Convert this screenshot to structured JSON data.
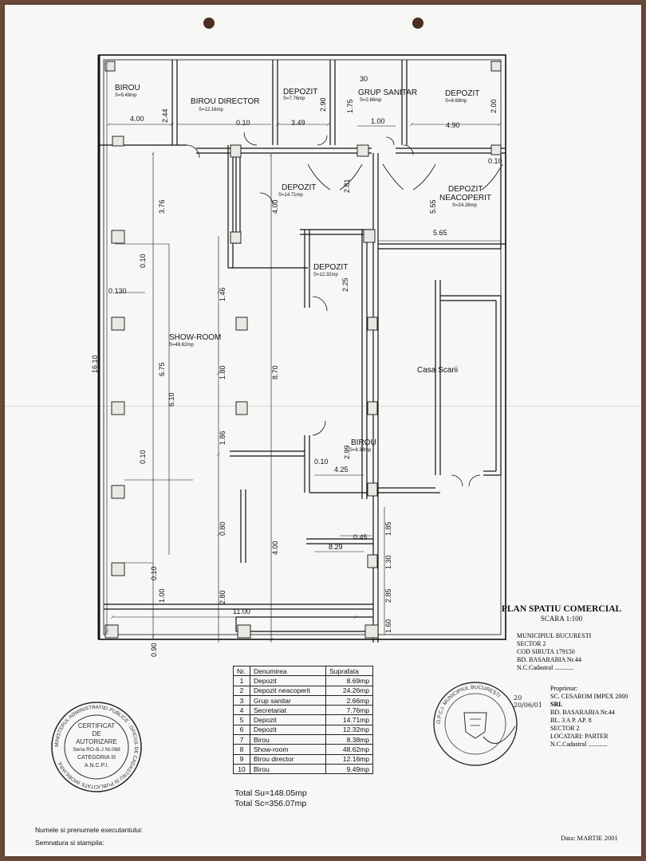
{
  "plan": {
    "title": "PLAN SPATIU COMERCIAL",
    "scale": "SCARA 1:100",
    "address_lines": [
      "MUNICIPIUL BUCURESTI",
      "SECTOR 2",
      "COD SIRUTA 179150",
      "BD. BASARABIA Nr.44",
      "N.C.Cadastral ............"
    ],
    "owner_lines": [
      "Proprietar:",
      "SC. CESAROM IMPEX 2000",
      "SRL",
      "BD. BASARABIA Nr.44",
      "BL. 3 A P. AP. 8",
      "SECTOR 2",
      "LOCATARI: PARTER",
      "N.C.Cadastral ............"
    ],
    "handwritten_date": [
      "20",
      "20/06/01"
    ],
    "date": "Data: MARTIE 2001"
  },
  "rooms": {
    "birou_small": {
      "name": "BIROU",
      "area": "S=9.49mp"
    },
    "birou_director": {
      "name": "BIROU DIRECTOR",
      "area": "S=12.16mp"
    },
    "depozit_776": {
      "name": "DEPOZIT",
      "area": "S=7.76mp"
    },
    "grup_sanitar": {
      "name": "GRUP SANITAR",
      "area": "S=2.66mp"
    },
    "depozit_869": {
      "name": "DEPOZIT",
      "area": "S=8.69mp"
    },
    "depozit_1471": {
      "name": "DEPOZIT",
      "area": "S=14.71mp"
    },
    "depozit_neacoperit": {
      "name1": "DEPOZIT",
      "name2": "NEACOPERIT",
      "area": "S=24.26mp"
    },
    "depozit_1232": {
      "name": "DEPOZIT",
      "area": "S=12.32mp"
    },
    "show_room": {
      "name": "SHOW-ROOM",
      "area": "S=48.62mp"
    },
    "casa_scarii": {
      "name": "Casa Scarii"
    },
    "birou_838": {
      "name": "BIROU",
      "area": "S=8.38mp"
    }
  },
  "dims": {
    "d_400a": "4.00",
    "d_244": "2.44",
    "d_010a": "0.10",
    "d_349": "3.49",
    "d_290": "2.90",
    "d_175": "1.75",
    "d_100": "1.00",
    "d_490": "4.90",
    "d_200": "2.00",
    "d_030": "30",
    "d_376": "3.76",
    "d_400b": "4.00",
    "d_281": "2.81",
    "d_555": "5.55",
    "d_565": "5.65",
    "d_010b": "0.10",
    "d_225": "2.25",
    "d_1610": "16.10",
    "d_675": "6.75",
    "d_870": "8.70",
    "d_146": "1.46",
    "d_180": "1.80",
    "d_186": "1.86",
    "d_0130": "0.130",
    "d_610": "6.10",
    "d_299": "2.99",
    "d_425": "4.25",
    "d_010c": "0.10",
    "d_045": "0.45",
    "d_829": "8.29",
    "d_185": "1.85",
    "d_130": "1.30",
    "d_285": "2.85",
    "d_160": "1.60",
    "d_1100": "11.00",
    "d_400c": "4.00",
    "d_080": "0.80",
    "d_100b": "1.00",
    "d_090": "0.90",
    "d_280": "2.80",
    "d_010d": "0.10",
    "d_010e": "0.10",
    "d_010f": "0.10"
  },
  "legend": {
    "headers": [
      "Nr.",
      "Denumirea",
      "Suprafata"
    ],
    "rows": [
      [
        "1",
        "Depozit",
        "8.69mp"
      ],
      [
        "2",
        "Depozit neacoperit",
        "24.26mp"
      ],
      [
        "3",
        "Grup sanitar",
        "2.66mp"
      ],
      [
        "4",
        "Secretariat",
        "7.76mp"
      ],
      [
        "5",
        "Depozit",
        "14.71mp"
      ],
      [
        "6",
        "Depozit",
        "12.32mp"
      ],
      [
        "7",
        "Birou",
        "8.38mp"
      ],
      [
        "8",
        "Show-room",
        "48.62mp"
      ],
      [
        "9",
        "Birou director",
        "12.16mp"
      ],
      [
        "10",
        "Birou",
        "9.49mp"
      ]
    ]
  },
  "totals": {
    "su": "Total Su=148.05mp",
    "sc": "Total Sc=356.07mp"
  },
  "footer": {
    "line1": "Numele si prenumele executantului:",
    "line2": "Semnatura si stampila:"
  },
  "stamp_left": {
    "ring_text": "MINISTERUL ADMINISTRATIEI PUBLICE - OFICIUL DE CADASTRU SI PUBLICITATE IMOBILIARA",
    "lines": [
      "CERTIFICAT",
      "DE",
      "AUTORIZARE",
      "Seria RO-B-J Nr.068",
      "CATEGORIA III",
      "A.N.C.P.I."
    ]
  },
  "stamp_right": {
    "ring_text": "O.P.C.I. MUNICIPIUL BUCURESTI"
  },
  "colors": {
    "paper": "#f7f7f5",
    "ink": "#111111",
    "background": "#6b4a3a",
    "stamp_ink": "#2b2b3a"
  }
}
